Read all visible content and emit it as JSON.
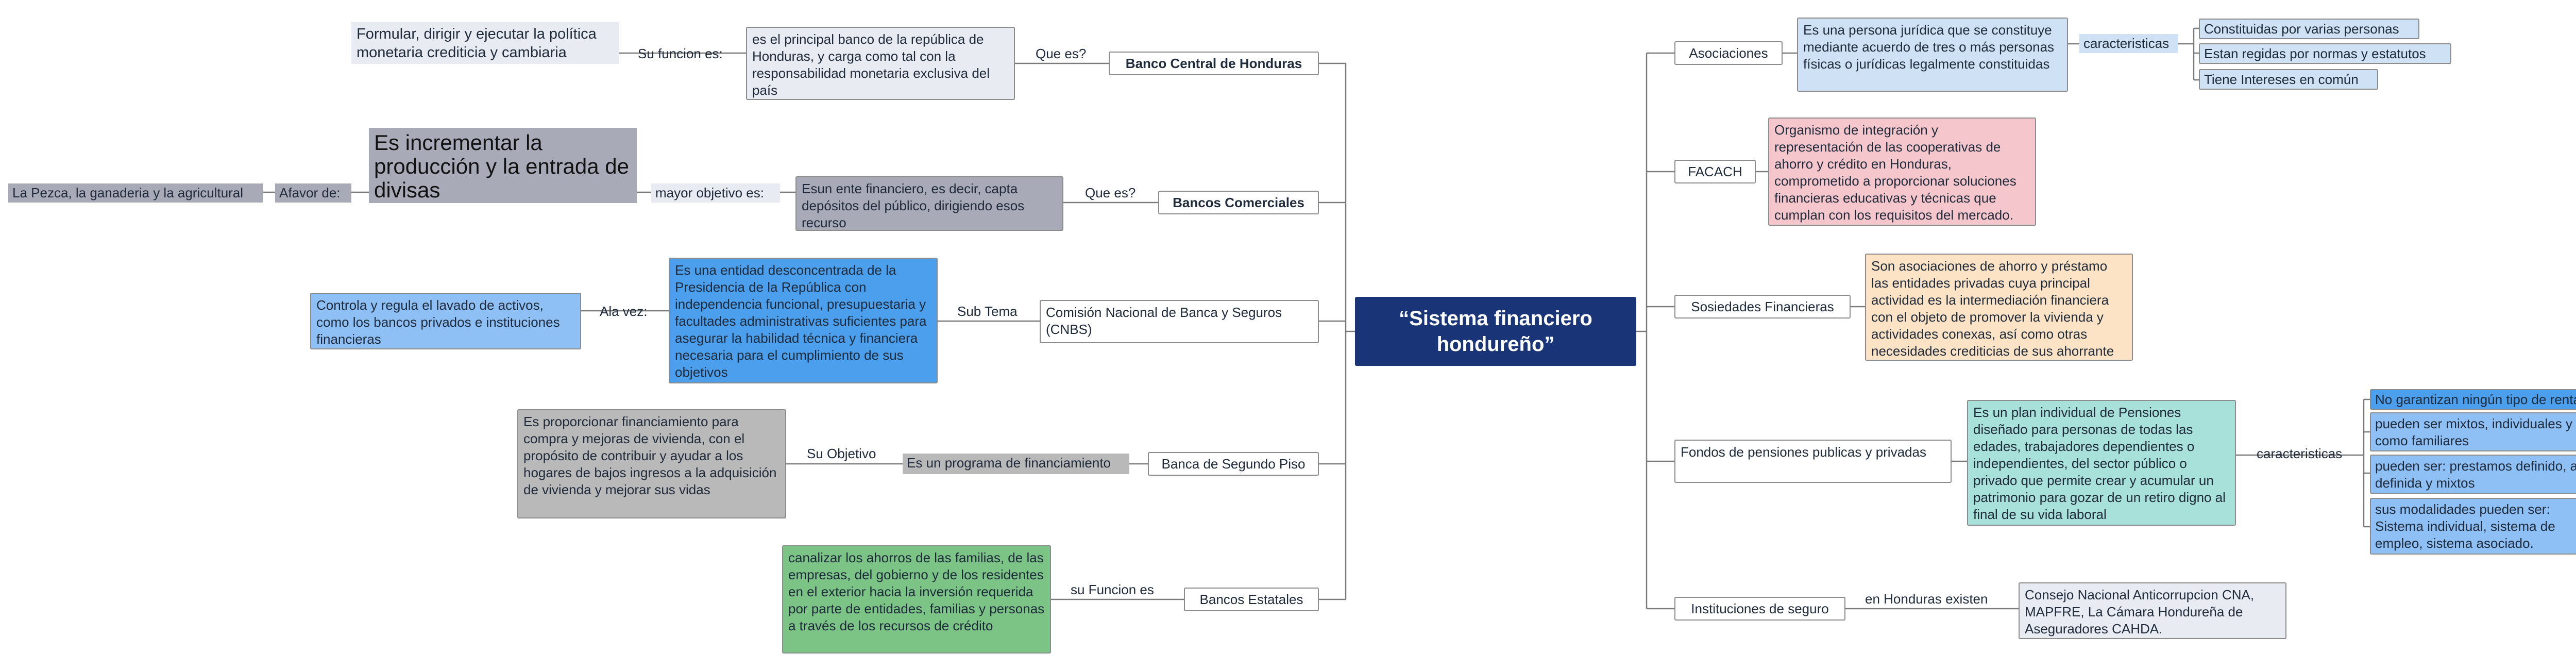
{
  "center_title": "“Sistema financiero hondureño”",
  "colors": {
    "center": "#1a3478",
    "lightgray": "#e8ebf2",
    "gray": "#a8aab8",
    "midgray": "#b9b9b9",
    "blue": "#4b9fec",
    "lightblue": "#8ebff5",
    "skyblue": "#cfe2f5",
    "pink": "#f6c6cd",
    "peach": "#fce3c5",
    "teal": "#a8e0da",
    "green": "#7bc486"
  },
  "left": {
    "bch": {
      "title": "Banco Central de Honduras",
      "connector": "Que es?",
      "definition": "es el principal banco de la república de Honduras, y carga como tal con la responsabilidad monetaria exclusiva del país",
      "sub_connector": "Su funcion es:",
      "function": "Formular, dirigir y ejecutar la política monetaria crediticia y cambiaria"
    },
    "comerciales": {
      "title": "Bancos Comerciales",
      "connector": "Que es?",
      "definition": "Esun ente financiero,  es decir, capta depósitos del público, dirigiendo esos recurso",
      "objective_label": "mayor objetivo es:",
      "objective": "Es incrementar la producción y la entrada de divisas",
      "favor_label": "Afavor de:",
      "favor": "La Pezca, la ganaderia y la agricultural"
    },
    "cnbs": {
      "title": "Comisión Nacional de Banca y Seguros (CNBS)",
      "connector": "Sub Tema",
      "definition": "Es una entidad desconcentrada de la Presidencia de la República con independencia funcional, presupuestaria y facultades administrativas suficientes para asegurar la habilidad técnica y financiera necesaria para el cumplimiento de sus objetivos",
      "sub_connector": "Ala vez:",
      "extra": "Controla y regula el lavado de activos, como los bancos privados e instituciones financieras"
    },
    "segundo_piso": {
      "title": "Banca de Segundo Piso",
      "program": "Es un programa de financiamiento",
      "connector": "Su  Objetivo",
      "objective": "Es proporcionar financiamiento para compra y mejoras de vivienda, con el propósito de contribuir y ayudar a los hogares de bajos ingresos a la adquisición de vivienda y mejorar sus vidas"
    },
    "estatales": {
      "title": "Bancos Estatales",
      "connector": "su Funcion es",
      "function": "canalizar los ahorros de las familias, de las empresas, del gobierno y de los residentes en el exterior hacia la inversión requerida por parte de entidades, familias y personas a través de los recursos de crédito"
    }
  },
  "right": {
    "asociaciones": {
      "title": "Asociaciones",
      "definition": " Es una persona jurídica que se constituye mediante acuerdo de tres o más personas físicas o jurídicas legalmente constituidas",
      "connector": "caracteristicas",
      "items": [
        "Constituidas por varias personas",
        "Estan regidas por normas y estatutos",
        "Tiene Intereses en común"
      ]
    },
    "facach": {
      "title": "FACACH",
      "definition": "Organismo de integración y representación de las cooperativas de ahorro y crédito en Honduras, comprometido a proporcionar soluciones financieras educativas y técnicas que cumplan con los requisitos del mercado."
    },
    "sosiedades": {
      "title": "Sosiedades Financieras",
      "definition": "Son asociaciones de ahorro y préstamo las entidades privadas cuya principal actividad es la intermediación financiera con el objeto de promover la vivienda y actividades conexas, así como otras necesidades crediticias de sus ahorrante"
    },
    "fondos": {
      "title": "Fondos de pensiones publicas y privadas",
      "definition": "Es un plan individual de Pensiones diseñado para personas de todas las edades, trabajadores dependientes o independientes, del sector público o privado que permite crear y acumular un patrimonio para gozar de un retiro digno al final de su vida laboral",
      "connector": "caracteristicas",
      "items": [
        "No garantizan ningún tipo de rentabilidad",
        "pueden ser mixtos, individuales y grupales como familiares",
        "pueden ser: prestamos definido, aportacion definida y mixtos",
        "sus modalidades pueden ser: Sistema individual, sistema de empleo, sistema asociado."
      ]
    },
    "seguros": {
      "title": "Instituciones de seguro",
      "connector": "en Honduras existen",
      "definition": "Consejo Nacional Anticorrupcion CNA, MAPFRE,  La Cámara Hondureña de Aseguradores CAHDA."
    }
  }
}
